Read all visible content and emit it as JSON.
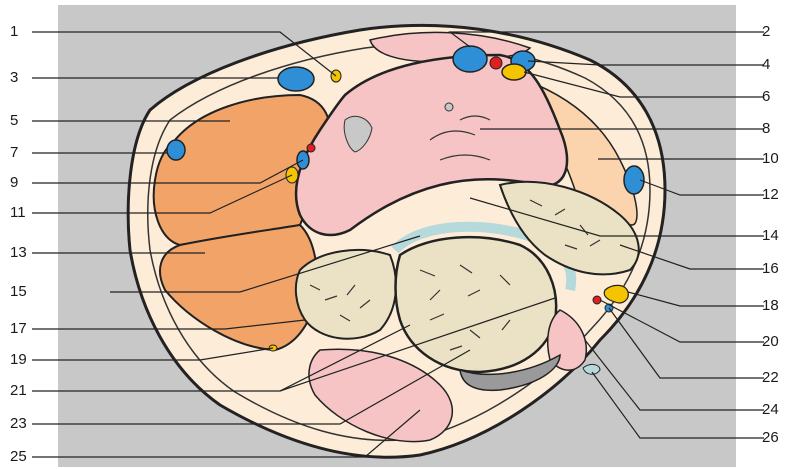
{
  "figure": {
    "type": "anatomical cross-section illustration",
    "background_color": "#c8c8c8",
    "colors": {
      "muscle_orange": "#f2a468",
      "bone_pink": "#f6c4c4",
      "fat_peach": "#fbd3ad",
      "skin": "#fcecd8",
      "vein_blue": "#2f8fd6",
      "artery_red": "#e02020",
      "nerve_yellow": "#f5c400",
      "cartilage_cyan": "#b6d9dc",
      "meniscus_tan": "#ebe2c5"
    }
  },
  "labels_left": [
    "1",
    "3",
    "5",
    "7",
    "9",
    "11",
    "13",
    "15",
    "17",
    "19",
    "21",
    "23",
    "25"
  ],
  "labels_right": [
    "2",
    "4",
    "6",
    "8",
    "10",
    "12",
    "14",
    "16",
    "18",
    "20",
    "22",
    "24",
    "26"
  ]
}
